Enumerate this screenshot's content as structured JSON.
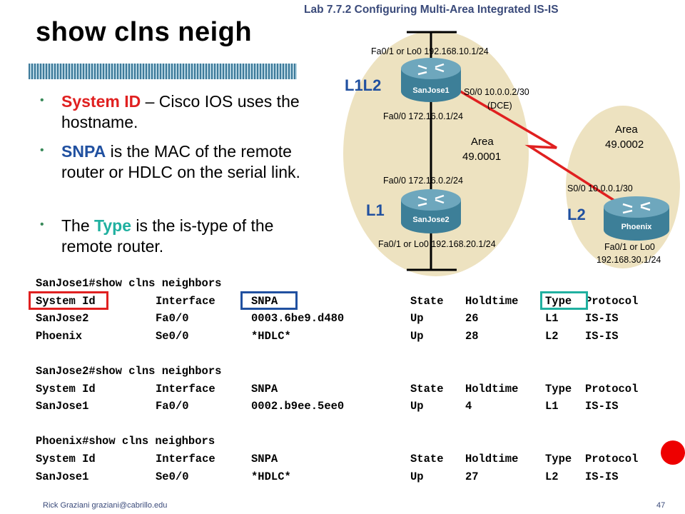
{
  "lab_title": "Lab 7.7.2 Configuring Multi-Area Integrated IS-IS",
  "slide_title": "show clns neigh",
  "bullets": [
    {
      "highlight": "System ID",
      "rest": " – Cisco IOS uses the hostname."
    },
    {
      "highlight": "SNPA",
      "rest": " is the MAC of the remote router or HDLC on the serial link."
    },
    {
      "prefix": "The ",
      "highlight": "Type",
      "rest": " is the is-type of the remote router."
    }
  ],
  "diagram": {
    "sanjose1": {
      "name": "SanJose1",
      "lo": "Fa0/1 or Lo0 192.168.10.1/24",
      "fa00": "Fa0/0 172.16.0.1/24",
      "s00": "S0/0 10.0.0.2/30",
      "dce": "(DCE)",
      "level": "L1L2"
    },
    "sanjose2": {
      "name": "SanJose2",
      "fa00": "Fa0/0 172.16.0.2/24",
      "lo": "Fa0/1 or Lo0 192.168.20.1/24",
      "level": "L1"
    },
    "phoenix": {
      "name": "Phoenix",
      "s00": "S0/0 10.0.0.1/30",
      "lo_line1": "Fa0/1 or Lo0",
      "lo_line2": "192.168.30.1/24",
      "level": "L2"
    },
    "area1": {
      "label": "Area",
      "id": "49.0001"
    },
    "area2": {
      "label": "Area",
      "id": "49.0002"
    }
  },
  "cli": {
    "blocks": [
      {
        "prompt": "SanJose1#show clns neighbors",
        "headers": [
          "System Id",
          "Interface",
          "SNPA",
          "State",
          "Holdtime",
          "Type",
          "Protocol"
        ],
        "rows": [
          [
            "SanJose2",
            "Fa0/0",
            "0003.6be9.d480",
            "Up",
            "26",
            "L1",
            "IS-IS"
          ],
          [
            "Phoenix",
            "Se0/0",
            "*HDLC*",
            "Up",
            "28",
            "L2",
            "IS-IS"
          ]
        ]
      },
      {
        "prompt": "SanJose2#show clns neighbors",
        "headers": [
          "System Id",
          "Interface",
          "SNPA",
          "State",
          "Holdtime",
          "Type",
          "Protocol"
        ],
        "rows": [
          [
            "SanJose1",
            "Fa0/0",
            "0002.b9ee.5ee0",
            "Up",
            "4",
            "L1",
            "IS-IS"
          ]
        ]
      },
      {
        "prompt": "Phoenix#show clns neighbors",
        "headers": [
          "System Id",
          "Interface",
          "SNPA",
          "State",
          "Holdtime",
          "Type",
          "Protocol"
        ],
        "rows": [
          [
            "SanJose1",
            "Se0/0",
            "*HDLC*",
            "Up",
            "27",
            "L2",
            "IS-IS"
          ]
        ]
      }
    ]
  },
  "footer": {
    "author": "Rick Graziani  graziani@cabrillo.edu",
    "page": "47"
  },
  "colors": {
    "red": "#e02020",
    "blue": "#2050a0",
    "teal": "#20b0a0",
    "area_fill": "#ede2c0"
  }
}
